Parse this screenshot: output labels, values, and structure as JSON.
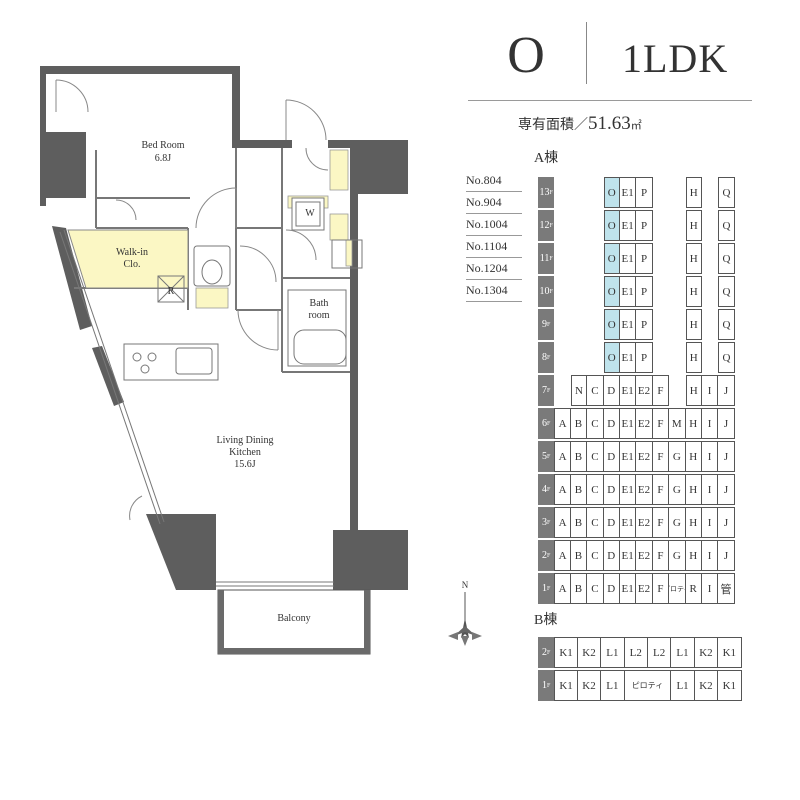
{
  "type_letter": "O",
  "layout_name": "1LDK",
  "area": {
    "label": "専有面積／",
    "value": "51.63",
    "unit": "㎡"
  },
  "rooms": {
    "bedroom": {
      "name": "Bed Room",
      "size": "6.8J"
    },
    "walkin": {
      "name": "Walk-in",
      "name2": "Clo."
    },
    "refrigerator": "R",
    "washer": "W",
    "bath": {
      "name": "Bath",
      "name2": "room"
    },
    "ldk": {
      "name": "Living Dining",
      "name2": "Kitchen",
      "size": "15.6J"
    },
    "balcony": "Balcony"
  },
  "unit_numbers": [
    "No.804",
    "No.904",
    "No.1004",
    "No.1104",
    "No.1204",
    "No.1304"
  ],
  "building_a": {
    "label": "A棟",
    "rows": [
      {
        "floor": "13F",
        "cells": [
          "",
          "",
          "",
          "O",
          "E1",
          "P",
          "",
          "",
          "H",
          "",
          "Q"
        ]
      },
      {
        "floor": "12F",
        "cells": [
          "",
          "",
          "",
          "O",
          "E1",
          "P",
          "",
          "",
          "H",
          "",
          "Q"
        ]
      },
      {
        "floor": "11F",
        "cells": [
          "",
          "",
          "",
          "O",
          "E1",
          "P",
          "",
          "",
          "H",
          "",
          "Q"
        ]
      },
      {
        "floor": "10F",
        "cells": [
          "",
          "",
          "",
          "O",
          "E1",
          "P",
          "",
          "",
          "H",
          "",
          "Q"
        ]
      },
      {
        "floor": "9F",
        "cells": [
          "",
          "",
          "",
          "O",
          "E1",
          "P",
          "",
          "",
          "H",
          "",
          "Q"
        ]
      },
      {
        "floor": "8F",
        "cells": [
          "",
          "",
          "",
          "O",
          "E1",
          "P",
          "",
          "",
          "H",
          "",
          "Q"
        ]
      },
      {
        "floor": "7F",
        "cells": [
          "",
          "N",
          "C",
          "D",
          "E1",
          "E2",
          "F",
          "",
          "H",
          "I",
          "J"
        ]
      },
      {
        "floor": "6F",
        "cells": [
          "A",
          "B",
          "C",
          "D",
          "E1",
          "E2",
          "F",
          "M",
          "H",
          "I",
          "J"
        ]
      },
      {
        "floor": "5F",
        "cells": [
          "A",
          "B",
          "C",
          "D",
          "E1",
          "E2",
          "F",
          "G",
          "H",
          "I",
          "J"
        ]
      },
      {
        "floor": "4F",
        "cells": [
          "A",
          "B",
          "C",
          "D",
          "E1",
          "E2",
          "F",
          "G",
          "H",
          "I",
          "J"
        ]
      },
      {
        "floor": "3F",
        "cells": [
          "A",
          "B",
          "C",
          "D",
          "E1",
          "E2",
          "F",
          "G",
          "H",
          "I",
          "J"
        ]
      },
      {
        "floor": "2F",
        "cells": [
          "A",
          "B",
          "C",
          "D",
          "E1",
          "E2",
          "F",
          "G",
          "H",
          "I",
          "J"
        ]
      },
      {
        "floor": "1F",
        "cells": [
          "A",
          "B",
          "C",
          "D",
          "E1",
          "E2",
          "F",
          "ピロティ",
          "R",
          "I",
          "管"
        ]
      }
    ]
  },
  "building_b": {
    "label": "B棟",
    "rows": [
      {
        "floor": "2F",
        "cells": [
          "K1",
          "K2",
          "L1",
          "L2",
          "L2",
          "L1",
          "K2",
          "K1"
        ]
      },
      {
        "floor": "1F",
        "cells": [
          "K1",
          "K2",
          "L1",
          "ピロティ",
          "L1",
          "K2",
          "K1"
        ]
      }
    ]
  },
  "compass_label": "N"
}
